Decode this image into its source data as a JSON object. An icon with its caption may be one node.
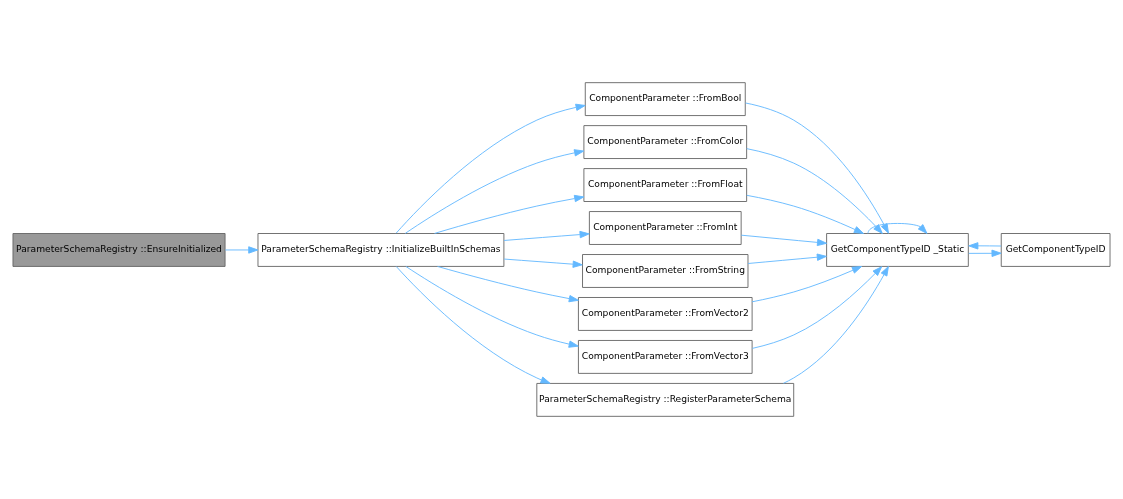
{
  "diagram": {
    "nodes": [
      {
        "text": [
          "ParameterSchemaRegistry ::EnsureInitialized"
        ]
      },
      {
        "text": [
          "ParameterSchemaRegistry ::InitializeBuiltInSchemas"
        ]
      },
      {
        "text": [
          "ComponentParameter ::FromBool"
        ]
      },
      {
        "text": [
          "ComponentParameter ::FromColor"
        ]
      },
      {
        "text": [
          "ComponentParameter ::FromFloat"
        ]
      },
      {
        "text": [
          "ComponentParameter ::FromInt"
        ]
      },
      {
        "text": [
          "ComponentParameter ::FromString"
        ]
      },
      {
        "text": [
          "ComponentParameter ::FromVector2"
        ]
      },
      {
        "text": [
          "ComponentParameter ::FromVector3"
        ]
      },
      {
        "text": [
          "ParameterSchemaRegistry ::RegisterParameterSchema"
        ]
      },
      {
        "text": [
          "GetComponentTypeID _Static"
        ]
      },
      {
        "text": [
          "GetComponentTypeID"
        ]
      }
    ],
    "edges": [
      {
        "from": 0,
        "to": 1,
        "arrow": "to"
      },
      {
        "from": 1,
        "to": 2,
        "arrow": "to"
      },
      {
        "from": 1,
        "to": 3,
        "arrow": "to"
      },
      {
        "from": 1,
        "to": 4,
        "arrow": "to"
      },
      {
        "from": 1,
        "to": 5,
        "arrow": "to"
      },
      {
        "from": 1,
        "to": 6,
        "arrow": "to"
      },
      {
        "from": 1,
        "to": 7,
        "arrow": "to"
      },
      {
        "from": 1,
        "to": 8,
        "arrow": "to"
      },
      {
        "from": 1,
        "to": 9,
        "arrow": "to"
      },
      {
        "from": 2,
        "to": 10,
        "arrow": "to"
      },
      {
        "from": 3,
        "to": 10,
        "arrow": "to"
      },
      {
        "from": 4,
        "to": 10,
        "arrow": "to"
      },
      {
        "from": 5,
        "to": 10,
        "arrow": "to"
      },
      {
        "from": 6,
        "to": 10,
        "arrow": "to"
      },
      {
        "from": 7,
        "to": 10,
        "arrow": "to"
      },
      {
        "from": 8,
        "to": 10,
        "arrow": "to"
      },
      {
        "from": 9,
        "to": 10,
        "arrow": "to"
      },
      {
        "from": 10,
        "to": 10,
        "arrow": "to"
      },
      {
        "from": 10,
        "to": 11,
        "arrow": "to"
      },
      {
        "from": 11,
        "to": 10,
        "arrow": "to"
      }
    ]
  }
}
